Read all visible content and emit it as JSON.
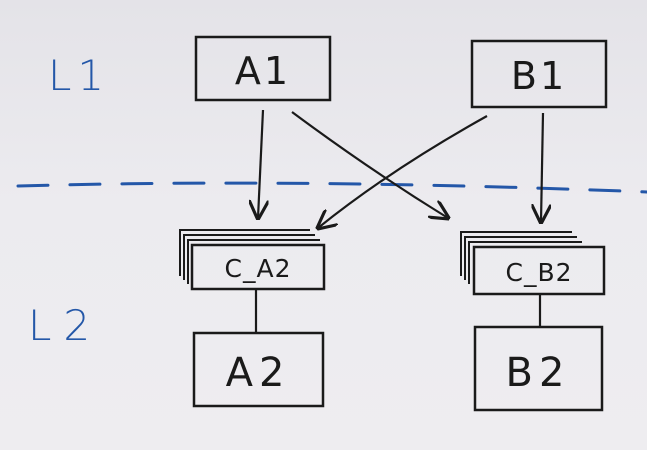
{
  "layers": {
    "l1": "L1",
    "l2": "L2",
    "divider_color": "#2457a8"
  },
  "nodes": {
    "a1": "A1",
    "b1": "B1",
    "c_a2": "C_A2",
    "c_b2": "C_B2",
    "a2": "A2",
    "b2": "B2"
  },
  "colors": {
    "ink": "#1a1a1a",
    "marker_blue": "#2457a8",
    "board": "#ecebef"
  }
}
